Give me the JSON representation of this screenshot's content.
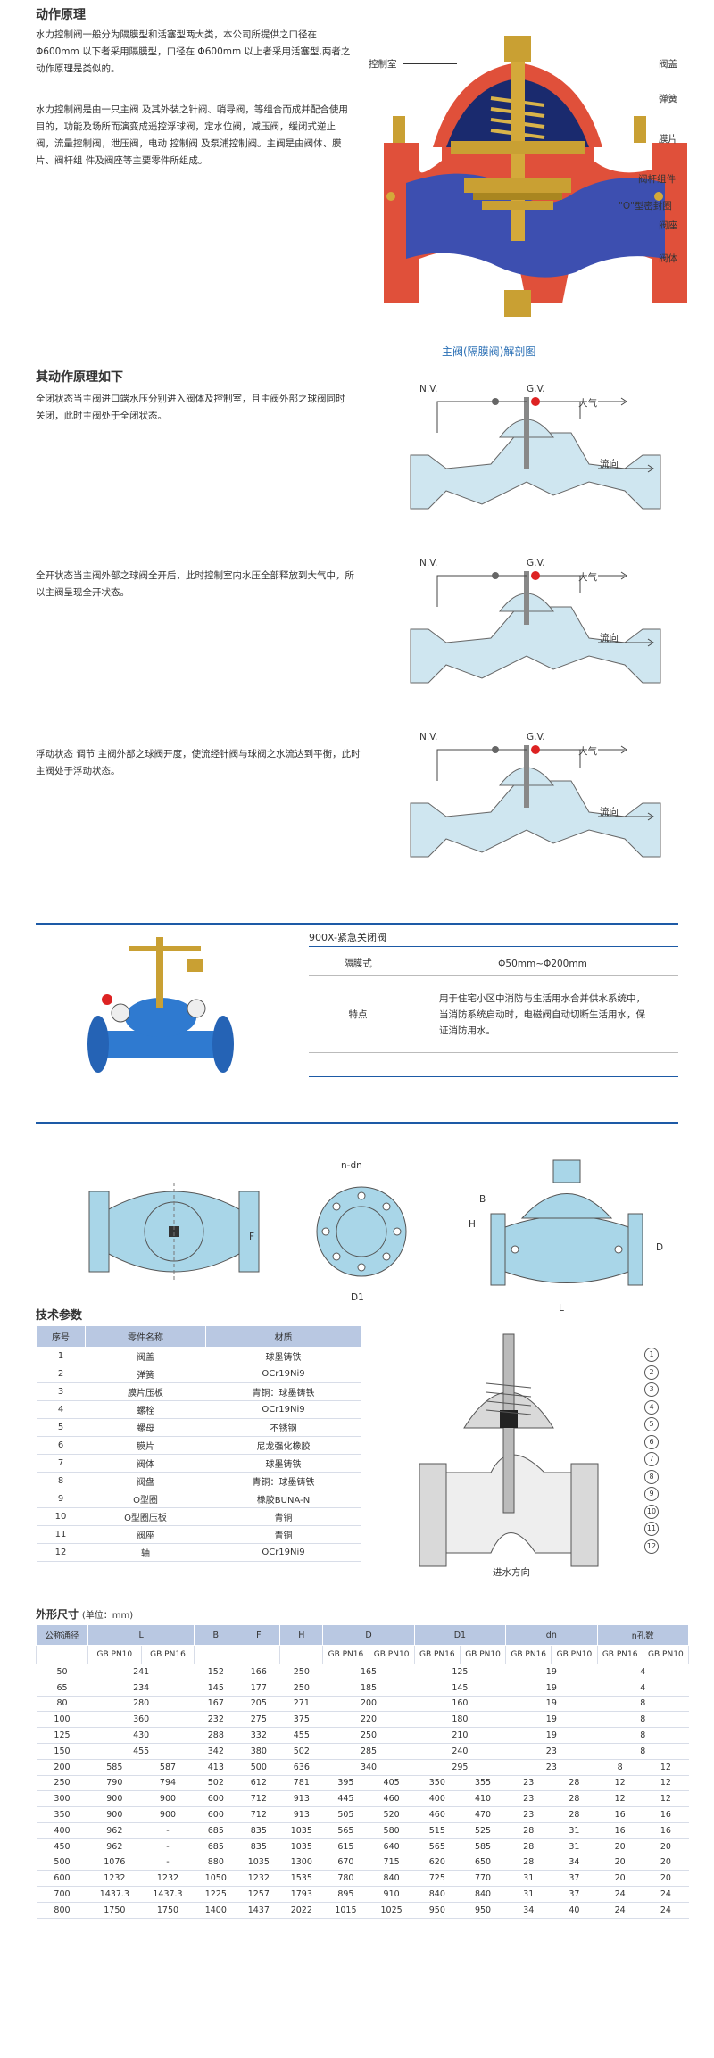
{
  "section1": {
    "title": "动作原理",
    "para1": "水力控制阀一般分为隔膜型和活塞型两大类，本公司所提供之口径在Φ600mm 以下者采用隔膜型，口径在 Φ600mm 以上者采用活塞型,两者之动作原理是类似的。",
    "para2": "水力控制阀是由一只主阀 及其外装之针阀、哨导阀，等组合而成并配合使用目的，功能及场所而演变成遥控浮球阀，定水位阀，减压阀，缓闭式逆止阀，流量控制阀，泄压阀，电动 控制阀 及泵浦控制阀。主阀是由阀体、膜片、阀杆组 件及阀座等主要零件所组成。",
    "caption": "主阀(隔膜阀)解剖图",
    "callouts_left": [
      "控制室"
    ],
    "callouts_right": [
      "阀盖",
      "弹簧",
      "膜片",
      "阀杆组件",
      "\"O\"型密封圈",
      "阀座",
      "阀体"
    ]
  },
  "section2": {
    "title": "其动作原理如下",
    "states": [
      {
        "text": "全闭状态当主阀进口端水压分别进入阀体及控制室，且主阀外部之球阀同时关闭，此时主阀处于全闭状态。",
        "nv": "N.V.",
        "gv": "G.V.",
        "air": "大气",
        "flow": "流向"
      },
      {
        "text": "全开状态当主阀外部之球阀全开后，此时控制室内水压全部释放到大气中，所以主阀呈现全开状态。",
        "nv": "N.V.",
        "gv": "G.V.",
        "air": "大气",
        "flow": "流向"
      },
      {
        "text": "浮动状态 调节 主阀外部之球阀开度，使流经针阀与球阀之水流达到平衡，此时主阀处于浮动状态。",
        "nv": "N.V.",
        "gv": "G.V.",
        "air": "大气",
        "flow": "流向"
      }
    ]
  },
  "product": {
    "model": "900X-紧急关闭阀",
    "rows": [
      {
        "label": "隔膜式",
        "value": "Φ50mm~Φ200mm"
      },
      {
        "label": "特点",
        "value": "用于住宅小区中消防与生活用水合并供水系统中，当消防系统启动时，电磁阀自动切断生活用水，保证消防用水。"
      }
    ]
  },
  "drawings": {
    "labels": {
      "n_dn": "n-dn",
      "f": "F",
      "d1": "D1",
      "b": "B",
      "h": "H",
      "d": "D",
      "l": "L"
    }
  },
  "tech": {
    "title": "技术参数",
    "headers": [
      "序号",
      "零件名称",
      "材质"
    ],
    "rows": [
      [
        "1",
        "阀盖",
        "球墨铸铁"
      ],
      [
        "2",
        "弹簧",
        "OCr19Ni9"
      ],
      [
        "3",
        "膜片压板",
        "青铜：球墨铸铁"
      ],
      [
        "4",
        "螺栓",
        "OCr19Ni9"
      ],
      [
        "5",
        "螺母",
        "不锈钢"
      ],
      [
        "6",
        "膜片",
        "尼龙强化橡胶"
      ],
      [
        "7",
        "阀体",
        "球墨铸铁"
      ],
      [
        "8",
        "阀盘",
        "青铜：球墨铸铁"
      ],
      [
        "9",
        "O型圈",
        "橡胶BUNA-N"
      ],
      [
        "10",
        "O型圈压板",
        "青铜"
      ],
      [
        "11",
        "阀座",
        "青铜"
      ],
      [
        "12",
        "轴",
        "OCr19Ni9"
      ]
    ],
    "section_numbers": [
      "1",
      "2",
      "3",
      "4",
      "5",
      "6",
      "7",
      "8",
      "9",
      "10",
      "11",
      "12"
    ],
    "flow_label": "进水方向"
  },
  "dims": {
    "title": "外形尺寸",
    "unit": "(单位：mm)",
    "headers": [
      "公称通径",
      "L",
      "B",
      "F",
      "H",
      "D",
      "D1",
      "dn",
      "n孔数"
    ],
    "sub": [
      "GB PN10",
      "GB PN16"
    ],
    "rows": [
      [
        "50",
        "241",
        "",
        "152",
        "166",
        "250",
        "165",
        "",
        "125",
        "",
        "19",
        "",
        "4",
        ""
      ],
      [
        "65",
        "234",
        "",
        "145",
        "177",
        "250",
        "185",
        "",
        "145",
        "",
        "19",
        "",
        "4",
        ""
      ],
      [
        "80",
        "280",
        "",
        "167",
        "205",
        "271",
        "200",
        "",
        "160",
        "",
        "19",
        "",
        "8",
        ""
      ],
      [
        "100",
        "360",
        "",
        "232",
        "275",
        "375",
        "220",
        "",
        "180",
        "",
        "19",
        "",
        "8",
        ""
      ],
      [
        "125",
        "430",
        "",
        "288",
        "332",
        "455",
        "250",
        "",
        "210",
        "",
        "19",
        "",
        "8",
        ""
      ],
      [
        "150",
        "455",
        "",
        "342",
        "380",
        "502",
        "285",
        "",
        "240",
        "",
        "23",
        "",
        "8",
        ""
      ],
      [
        "200",
        "585",
        "587",
        "413",
        "500",
        "636",
        "340",
        "",
        "295",
        "",
        "23",
        "",
        "8",
        "12"
      ],
      [
        "250",
        "790",
        "794",
        "502",
        "612",
        "781",
        "395",
        "405",
        "350",
        "355",
        "23",
        "28",
        "12",
        "12"
      ],
      [
        "300",
        "900",
        "900",
        "600",
        "712",
        "913",
        "445",
        "460",
        "400",
        "410",
        "23",
        "28",
        "12",
        "12"
      ],
      [
        "350",
        "900",
        "900",
        "600",
        "712",
        "913",
        "505",
        "520",
        "460",
        "470",
        "23",
        "28",
        "16",
        "16"
      ],
      [
        "400",
        "962",
        "-",
        "685",
        "835",
        "1035",
        "565",
        "580",
        "515",
        "525",
        "28",
        "31",
        "16",
        "16"
      ],
      [
        "450",
        "962",
        "-",
        "685",
        "835",
        "1035",
        "615",
        "640",
        "565",
        "585",
        "28",
        "31",
        "20",
        "20"
      ],
      [
        "500",
        "1076",
        "-",
        "880",
        "1035",
        "1300",
        "670",
        "715",
        "620",
        "650",
        "28",
        "34",
        "20",
        "20"
      ],
      [
        "600",
        "1232",
        "1232",
        "1050",
        "1232",
        "1535",
        "780",
        "840",
        "725",
        "770",
        "31",
        "37",
        "20",
        "20"
      ],
      [
        "700",
        "1437.3",
        "1437.3",
        "1225",
        "1257",
        "1793",
        "895",
        "910",
        "840",
        "840",
        "31",
        "37",
        "24",
        "24"
      ],
      [
        "800",
        "1750",
        "1750",
        "1400",
        "1437",
        "2022",
        "1015",
        "1025",
        "950",
        "950",
        "34",
        "40",
        "24",
        "24"
      ]
    ]
  },
  "colors": {
    "brand_blue": "#1d5aa6",
    "valve_blue": "#3d4fb0",
    "valve_red": "#e0503a",
    "header_blue": "#b9c8e2",
    "caption_blue": "#2a6fb5"
  }
}
